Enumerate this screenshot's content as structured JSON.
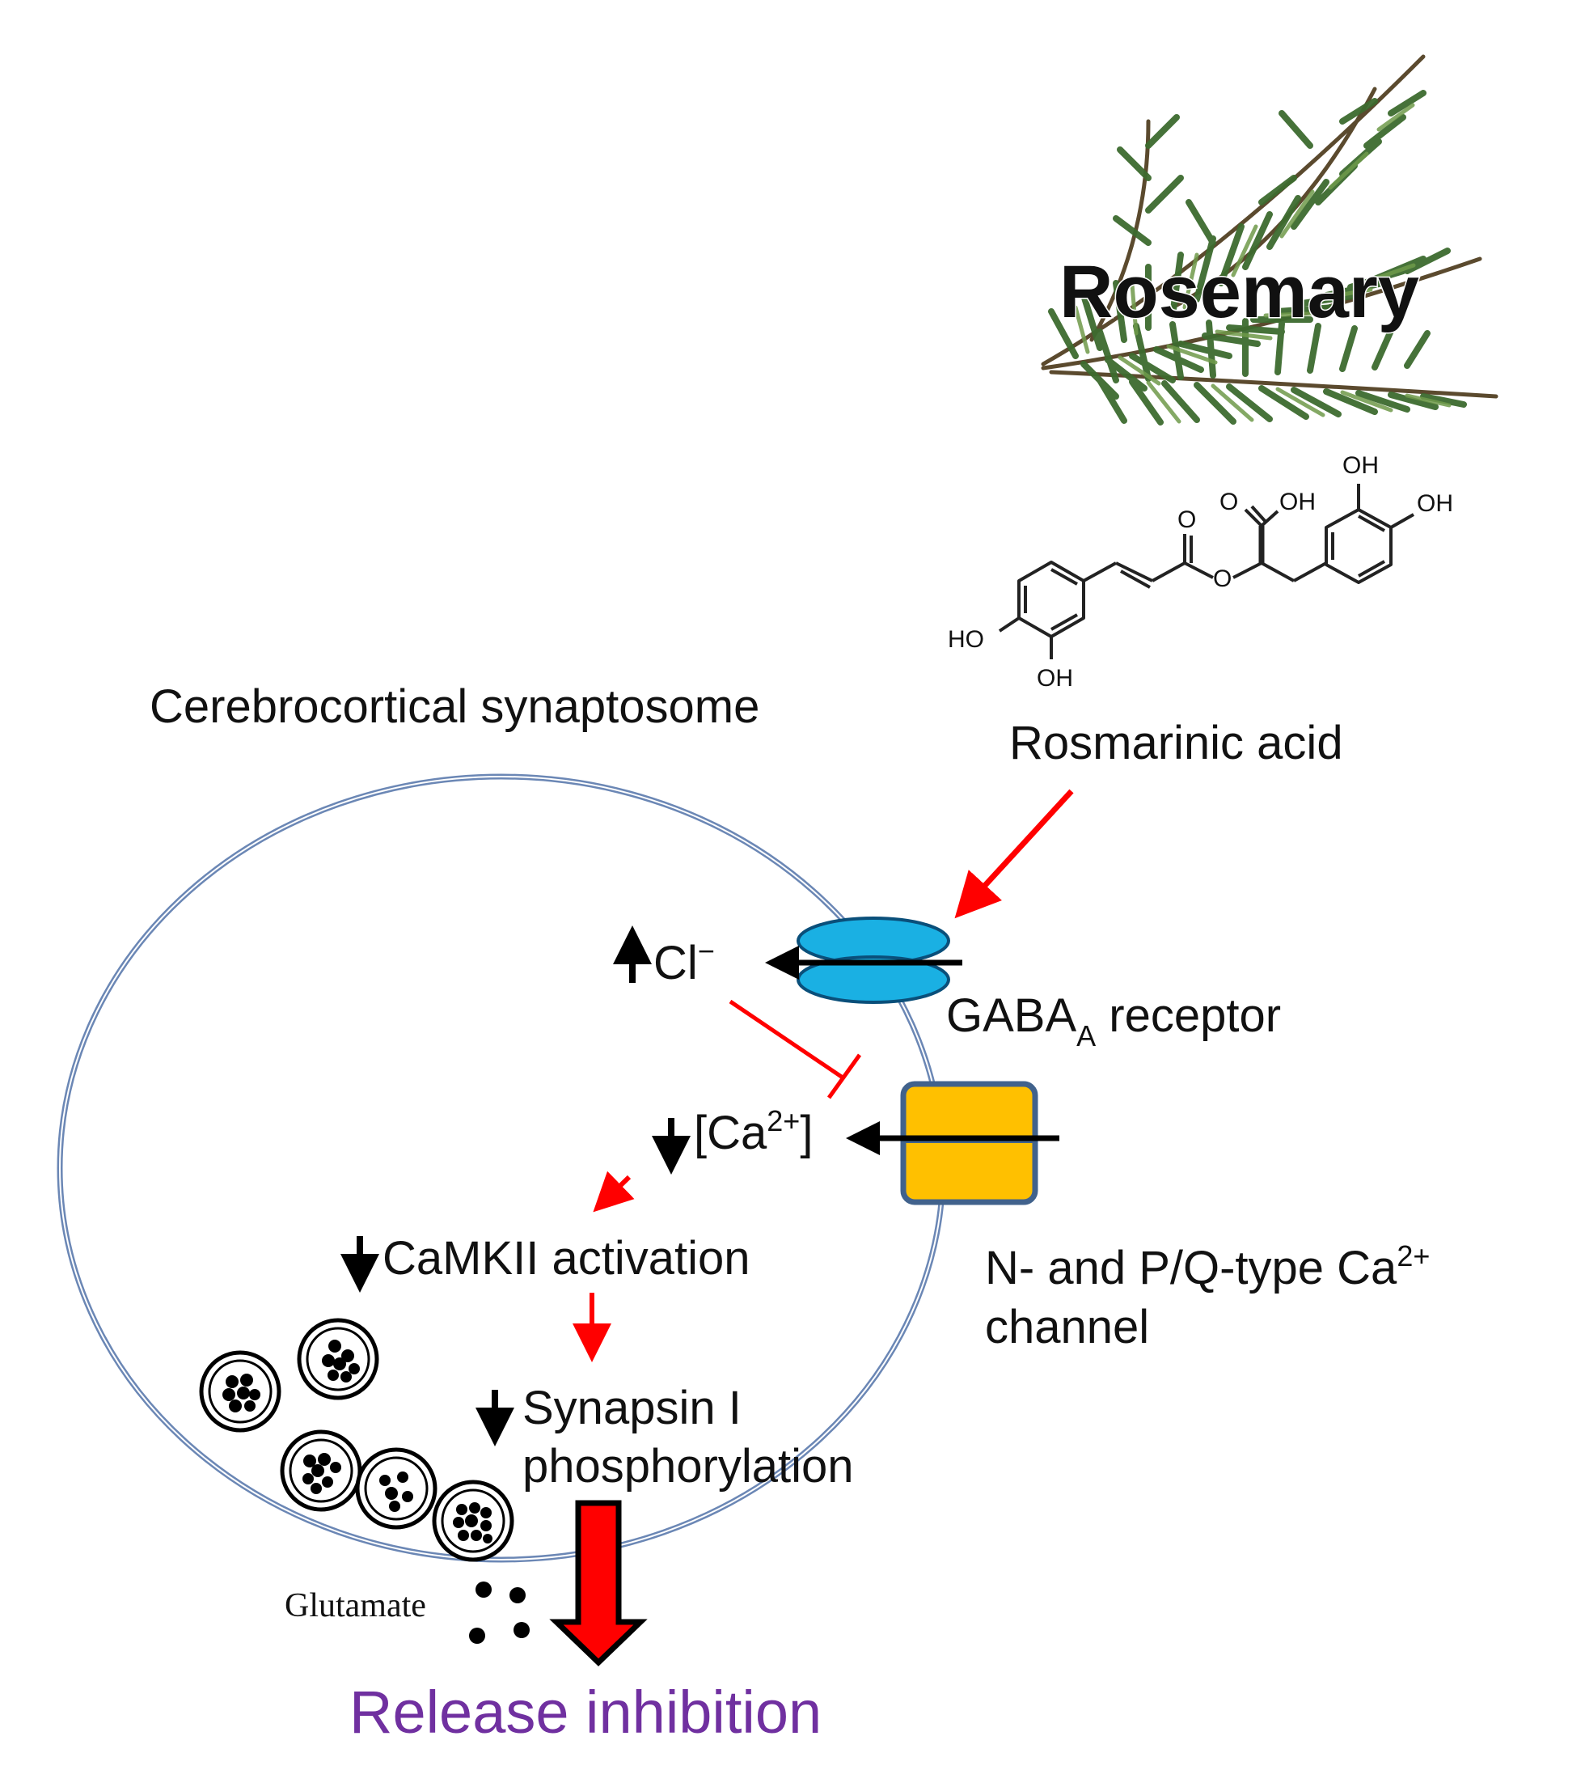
{
  "title": "Rosemary",
  "compound": {
    "name": "Rosmarinic acid",
    "atoms": {
      "oh1": "OH",
      "oh2": "OH",
      "oh3": "OH",
      "oh4": "OH",
      "ho": "HO",
      "o1": "O",
      "o2": "O",
      "o3": "O"
    }
  },
  "cell": {
    "label": "Cerebrocortical synaptosome"
  },
  "receptor": {
    "name": "GABA",
    "subscript": "A",
    "suffix": " receptor"
  },
  "chloride": {
    "symbol": "Cl",
    "charge": "−"
  },
  "calcium": {
    "open": "[Ca",
    "charge": "2+",
    "close": "]"
  },
  "channel": {
    "line1": "N- and P/Q-type Ca",
    "charge": "2+",
    "line2": "channel"
  },
  "camkii": {
    "label": "CaMKII activation"
  },
  "synapsin": {
    "line1": "Synapsin I",
    "line2": "phosphorylation"
  },
  "glutamate": {
    "label": "Glutamate"
  },
  "result": {
    "label": "Release inhibition"
  },
  "colors": {
    "activation_arrow": "#ff0000",
    "membrane": "#6b87b5",
    "receptor": "#1ab0e3",
    "channel": "#ffc000",
    "channel_border": "#41628c",
    "release_arrow": "#ff0000",
    "result_text": "#7030a0",
    "plant": "#3d6b2f"
  },
  "icons": {
    "plant": "rosemary-sprig-icon",
    "vesicle": "synaptic-vesicle-icon"
  }
}
